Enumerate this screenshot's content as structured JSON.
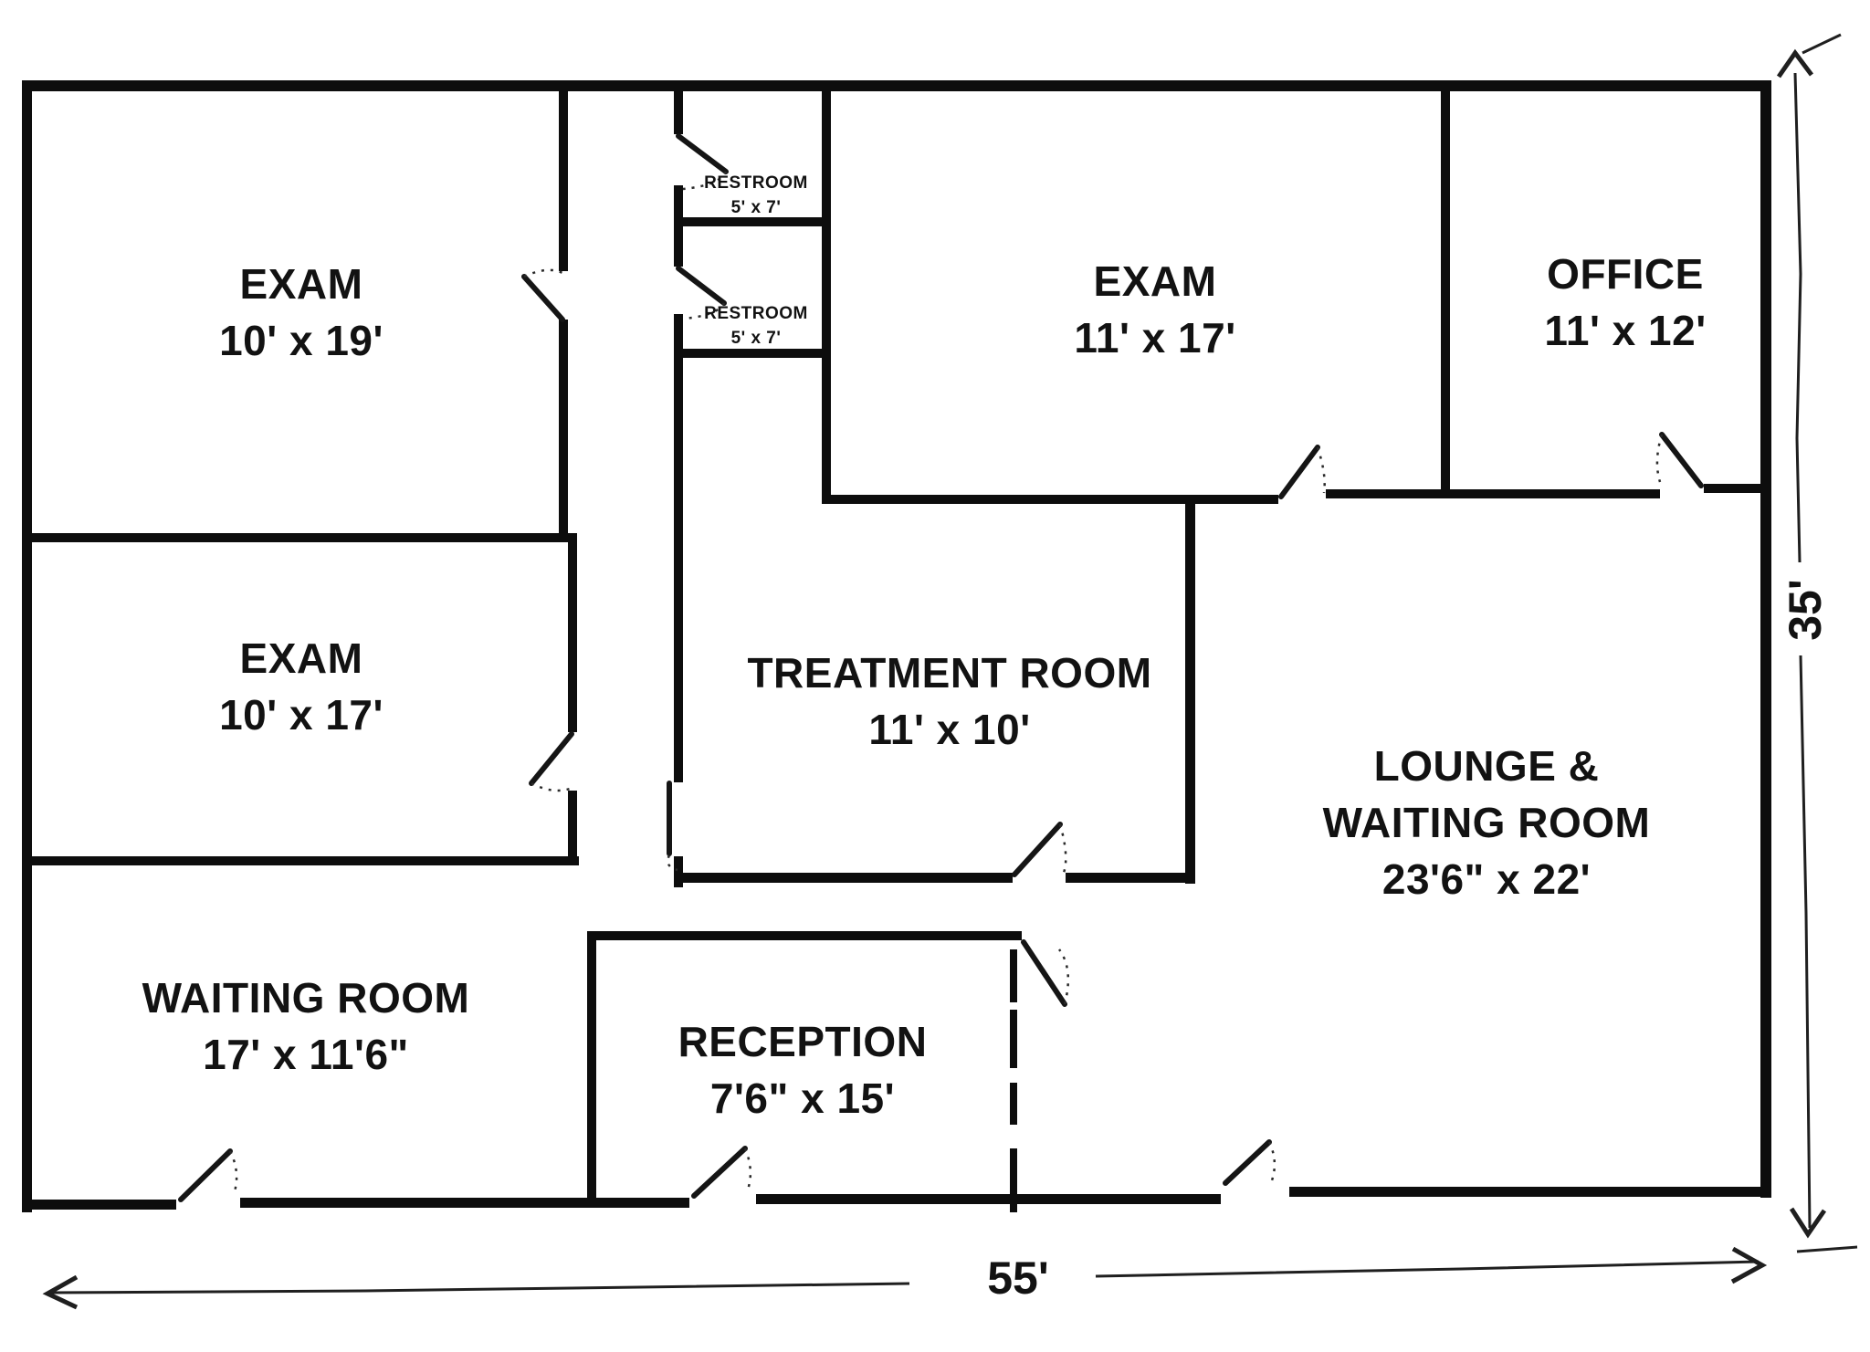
{
  "colors": {
    "wall": "#0d0d0d",
    "text": "#121212",
    "background": "#ffffff"
  },
  "rooms": [
    {
      "id": "exam-10x19",
      "name": "EXAM",
      "dims": "10' x 19'"
    },
    {
      "id": "exam-10x17",
      "name": "EXAM",
      "dims": "10' x 17'"
    },
    {
      "id": "waiting",
      "name": "WAITING ROOM",
      "dims": "17' x 11'6\""
    },
    {
      "id": "restroom-1",
      "name": "RESTROOM",
      "dims": "5' x 7'"
    },
    {
      "id": "restroom-2",
      "name": "RESTROOM",
      "dims": "5' x 7'"
    },
    {
      "id": "treatment",
      "name": "TREATMENT ROOM",
      "dims": "11' x 10'"
    },
    {
      "id": "exam-11x17",
      "name": "EXAM",
      "dims": "11' x 17'"
    },
    {
      "id": "office",
      "name": "OFFICE",
      "dims": "11' x 12'"
    },
    {
      "id": "reception",
      "name": "RECEPTION",
      "dims": "7'6\" x 15'"
    },
    {
      "id": "lounge",
      "name1": "LOUNGE &",
      "name2": "WAITING ROOM",
      "dims": "23'6\" x 22'"
    }
  ],
  "dimensions": {
    "width_label": "55'",
    "depth_label": "35'"
  }
}
